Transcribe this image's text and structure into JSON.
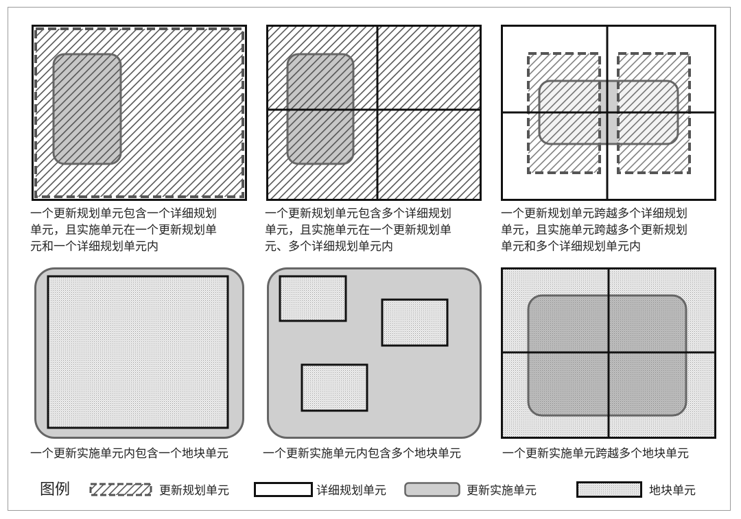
{
  "panels": [
    {
      "caption": "一个更新规划单元包含一个详细规划\n单元，且实施单元在一个更新规划单\n元和一个详细规划单元内"
    },
    {
      "caption": "一个更新规划单元包含多个详细规划\n单元，且实施单元在一个更新规划单\n元、多个详细规划单元内"
    },
    {
      "caption": "一个更新规划单元跨越多个详细规划\n单元，且实施单元跨越多个更新规划\n单元和多个详细规划单元内"
    },
    {
      "caption": "一个更新实施单元内包含一个地块单元"
    },
    {
      "caption": "一个更新实施单元内包含多个地块单元"
    },
    {
      "caption": "一个更新实施单元跨越多个地块单元"
    }
  ],
  "legend": {
    "title": "图例",
    "items": [
      {
        "label": "更新规划单元"
      },
      {
        "label": "详细规划单元"
      },
      {
        "label": "更新实施单元"
      },
      {
        "label": "地块单元"
      }
    ]
  },
  "colors": {
    "gray_fill": "#cfcfcf",
    "dark_gray": "#666666",
    "black": "#111111",
    "dot_bg": "#ececec"
  }
}
